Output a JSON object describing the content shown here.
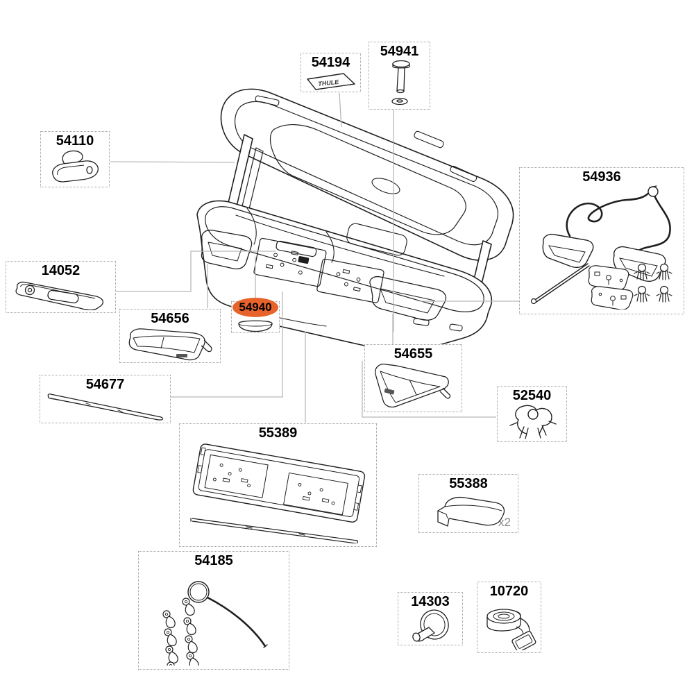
{
  "diagram_type": "exploded-parts-diagram-roof-cargo-box",
  "colors": {
    "highlight": "#E8632B",
    "box_border": "#9E9E9E",
    "leader_line": "#B8B8B8",
    "drawing_line": "#1F1F1F",
    "quantity_text": "#8A8A8A"
  },
  "main_drawing": {
    "name": "open-cargo-box",
    "interactable": false
  },
  "parts": [
    {
      "number": "54194",
      "icon": "thule-badge-icon",
      "badge_text": "THULE"
    },
    {
      "number": "54941",
      "icon": "bolt-washer-icon"
    },
    {
      "number": "54110",
      "icon": "lid-latch-icon"
    },
    {
      "number": "54936",
      "icon": "light-kit-icon"
    },
    {
      "number": "14052",
      "icon": "lock-handle-icon"
    },
    {
      "number": "54656",
      "icon": "lamp-cover-left-icon"
    },
    {
      "number": "54940",
      "icon": "round-cap-icon",
      "highlighted": true
    },
    {
      "number": "54677",
      "icon": "trim-strip-icon"
    },
    {
      "number": "54655",
      "icon": "lamp-cover-right-icon"
    },
    {
      "number": "52540",
      "icon": "cable-clip-icon"
    },
    {
      "number": "55389",
      "icon": "license-plate-holder-icon"
    },
    {
      "number": "55388",
      "icon": "rubber-pad-icon",
      "quantity": "x2"
    },
    {
      "number": "54185",
      "icon": "cleat-cable-kit-icon"
    },
    {
      "number": "14303",
      "icon": "knob-disc-icon"
    },
    {
      "number": "10720",
      "icon": "strap-roll-icon"
    }
  ]
}
